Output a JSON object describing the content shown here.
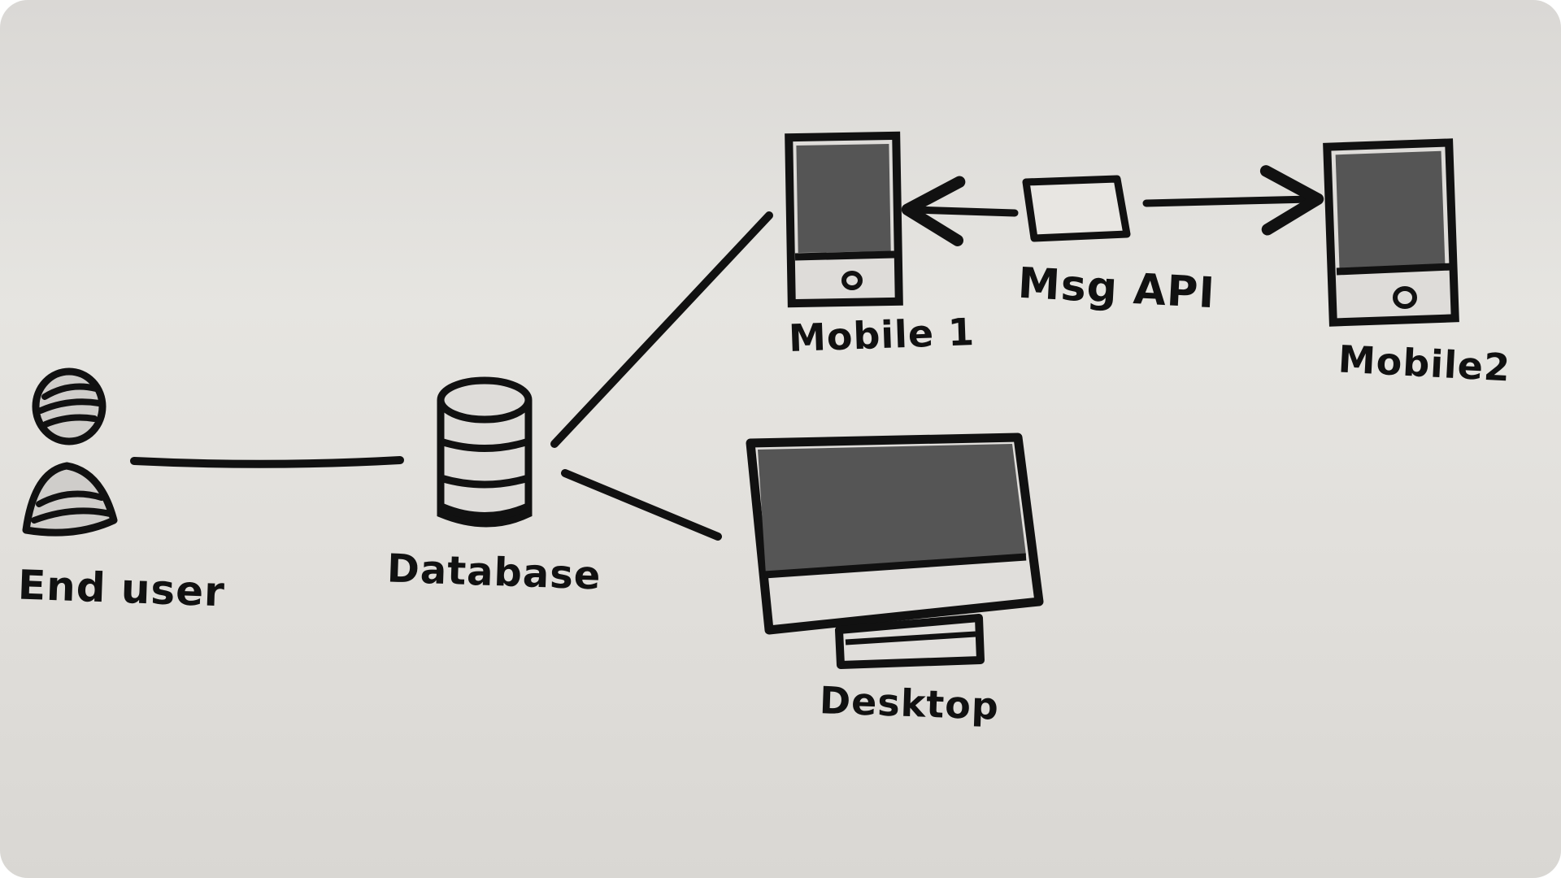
{
  "nodes": {
    "end_user": {
      "label": "End user",
      "icon": "user-icon"
    },
    "database": {
      "label": "Database",
      "icon": "database-icon"
    },
    "mobile_1": {
      "label": "Mobile 1",
      "icon": "mobile-phone-icon"
    },
    "msg_api": {
      "label": "Msg API",
      "icon": "api-box-icon"
    },
    "mobile_2": {
      "label": "Mobile2",
      "icon": "mobile-phone-icon"
    },
    "desktop": {
      "label": "Desktop",
      "icon": "desktop-monitor-icon"
    }
  },
  "edges": [
    {
      "from": "end_user",
      "to": "database",
      "style": "line"
    },
    {
      "from": "database",
      "to": "mobile_1",
      "style": "line"
    },
    {
      "from": "database",
      "to": "desktop",
      "style": "line"
    },
    {
      "from": "msg_api",
      "to": "mobile_1",
      "style": "arrow"
    },
    {
      "from": "msg_api",
      "to": "mobile_2",
      "style": "arrow"
    }
  ],
  "colors": {
    "ink": "#111111",
    "screen_fill": "#555555",
    "paper": "#e4e2de",
    "device_body": "#e0dedb"
  }
}
